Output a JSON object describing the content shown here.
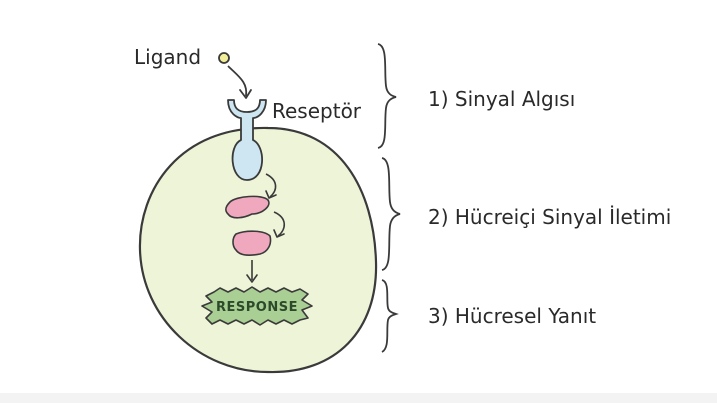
{
  "labels": {
    "ligand": "Ligand",
    "receptor": "Reseptör",
    "response": "RESPONSE"
  },
  "stages": [
    {
      "label": "1) Sinyal Algısı"
    },
    {
      "label": "2) Hücreiçi Sinyal İletimi"
    },
    {
      "label": "3) Hücresel Yanıt"
    }
  ],
  "colors": {
    "cell_fill": "#eef4d8",
    "receptor_fill": "#cde6f2",
    "relay_fill": "#f0a8bf",
    "response_fill": "#a9cf94",
    "ligand_fill": "#f2ee9a",
    "outline": "#3a3a3a"
  }
}
